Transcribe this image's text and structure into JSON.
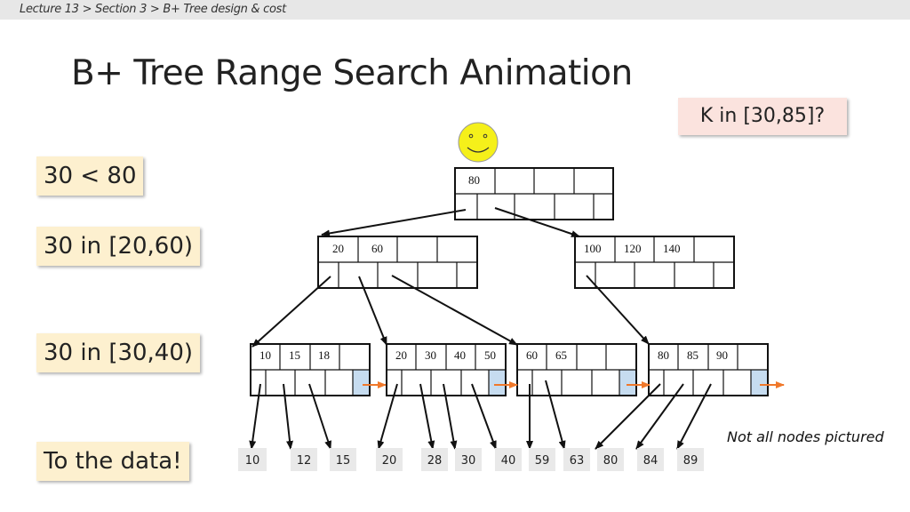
{
  "breadcrumb": [
    "Lecture 13",
    "Section 3",
    "B+ Tree design & cost"
  ],
  "breadcrumb_sep": ">",
  "title": "B+ Tree Range Search Animation",
  "query": "K in [30,85]?",
  "steps": [
    "30 < 80",
    "30 in [20,60)",
    "30 in [30,40)",
    "To the data!"
  ],
  "note": "Not all nodes pictured",
  "colors": {
    "arrow_orange": "#f0782a",
    "leaf_next_fill": "#c6dcf0",
    "step_fill": "#fdf0cf",
    "query_fill": "#fbe3de",
    "smiley": "#f5f01a"
  },
  "icons": {
    "cursor": "smiley-face-icon"
  },
  "tree": {
    "root": {
      "keys": [
        "80",
        "",
        "",
        ""
      ]
    },
    "internal": [
      {
        "keys": [
          "20",
          "60",
          "",
          ""
        ]
      },
      {
        "keys": [
          "100",
          "120",
          "140",
          ""
        ]
      }
    ],
    "leaves": [
      {
        "keys": [
          "10",
          "15",
          "18",
          ""
        ]
      },
      {
        "keys": [
          "20",
          "30",
          "40",
          "50"
        ]
      },
      {
        "keys": [
          "60",
          "65",
          "",
          ""
        ]
      },
      {
        "keys": [
          "80",
          "85",
          "90",
          ""
        ]
      }
    ]
  },
  "data_values": [
    "10",
    "12",
    "15",
    "20",
    "28",
    "30",
    "40",
    "59",
    "63",
    "80",
    "84",
    "89"
  ]
}
